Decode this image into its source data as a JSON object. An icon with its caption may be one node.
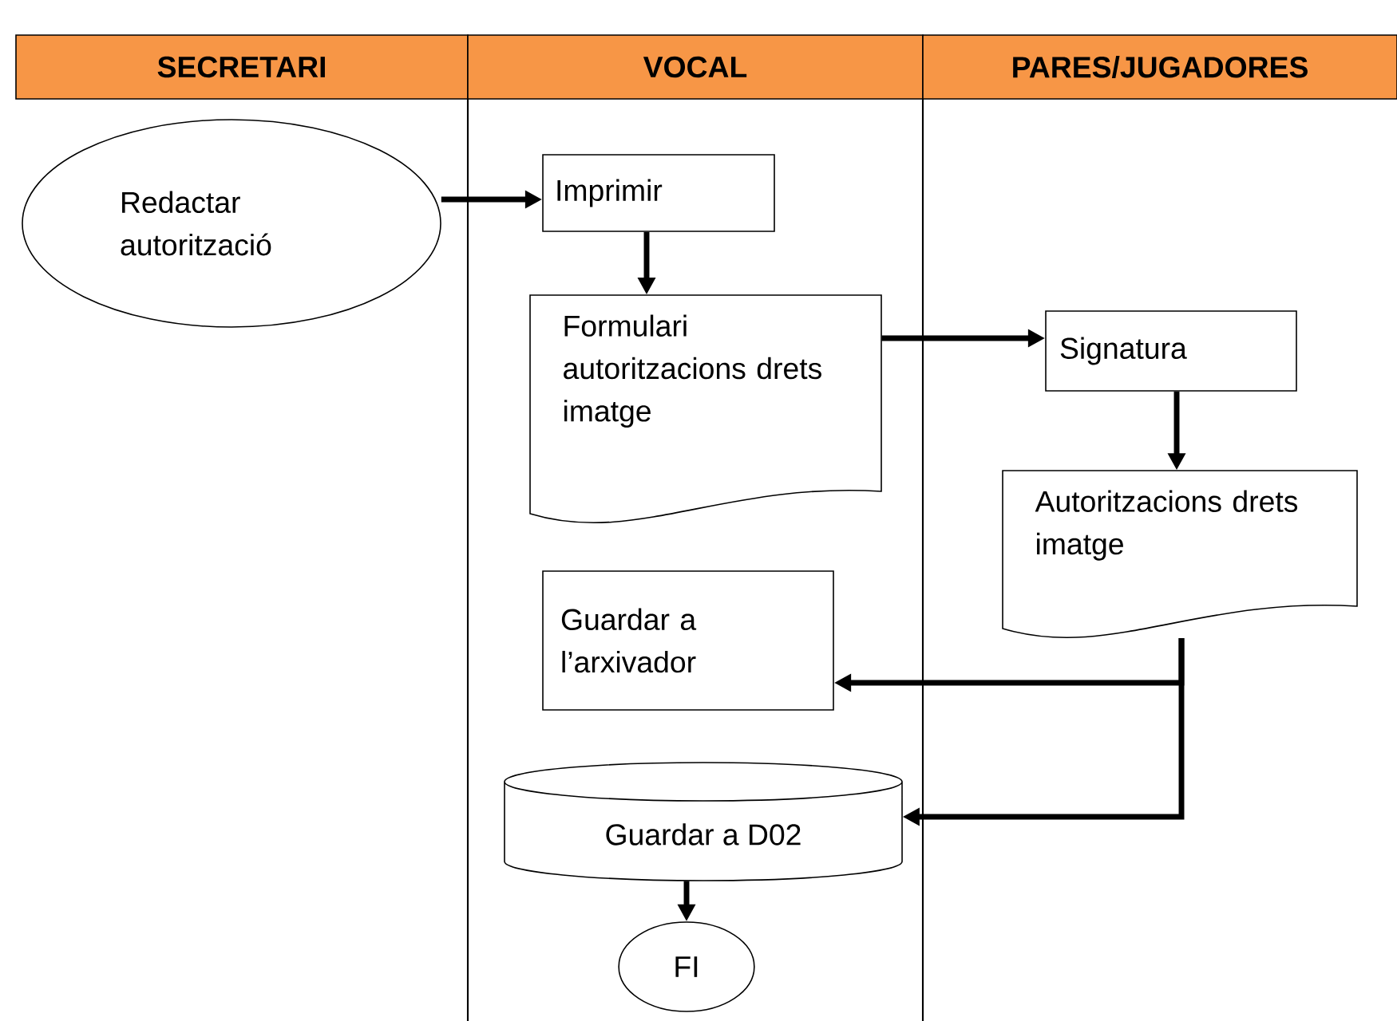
{
  "diagram": {
    "nodes": [
      {
        "text": [
          "SECRETARI"
        ]
      },
      {
        "text": [
          "VOCAL"
        ]
      },
      {
        "text": [
          "PARES/JUGADORES"
        ]
      },
      {
        "text": [
          "Redactar autorització"
        ]
      },
      {
        "text": [
          "Imprimir"
        ]
      },
      {
        "text": [
          "Formulari autoritzacions drets imatge"
        ]
      },
      {
        "text": [
          "Signatura"
        ]
      },
      {
        "text": [
          "Autoritzacions drets imatge"
        ]
      },
      {
        "text": [
          "Guardar a l’arxivador"
        ]
      },
      {
        "text": [
          "Guardar a D02"
        ]
      },
      {
        "text": [
          "FI"
        ]
      }
    ],
    "edges": [
      {
        "from": 3,
        "to": 4,
        "arrow": "to"
      },
      {
        "from": 4,
        "to": 5,
        "arrow": "to"
      },
      {
        "from": 5,
        "to": 6,
        "arrow": "to"
      },
      {
        "from": 6,
        "to": 7,
        "arrow": "to"
      },
      {
        "from": 7,
        "to": 8,
        "arrow": "to"
      },
      {
        "from": 7,
        "to": 9,
        "arrow": "to"
      },
      {
        "from": 9,
        "to": 10,
        "arrow": "to"
      }
    ]
  }
}
